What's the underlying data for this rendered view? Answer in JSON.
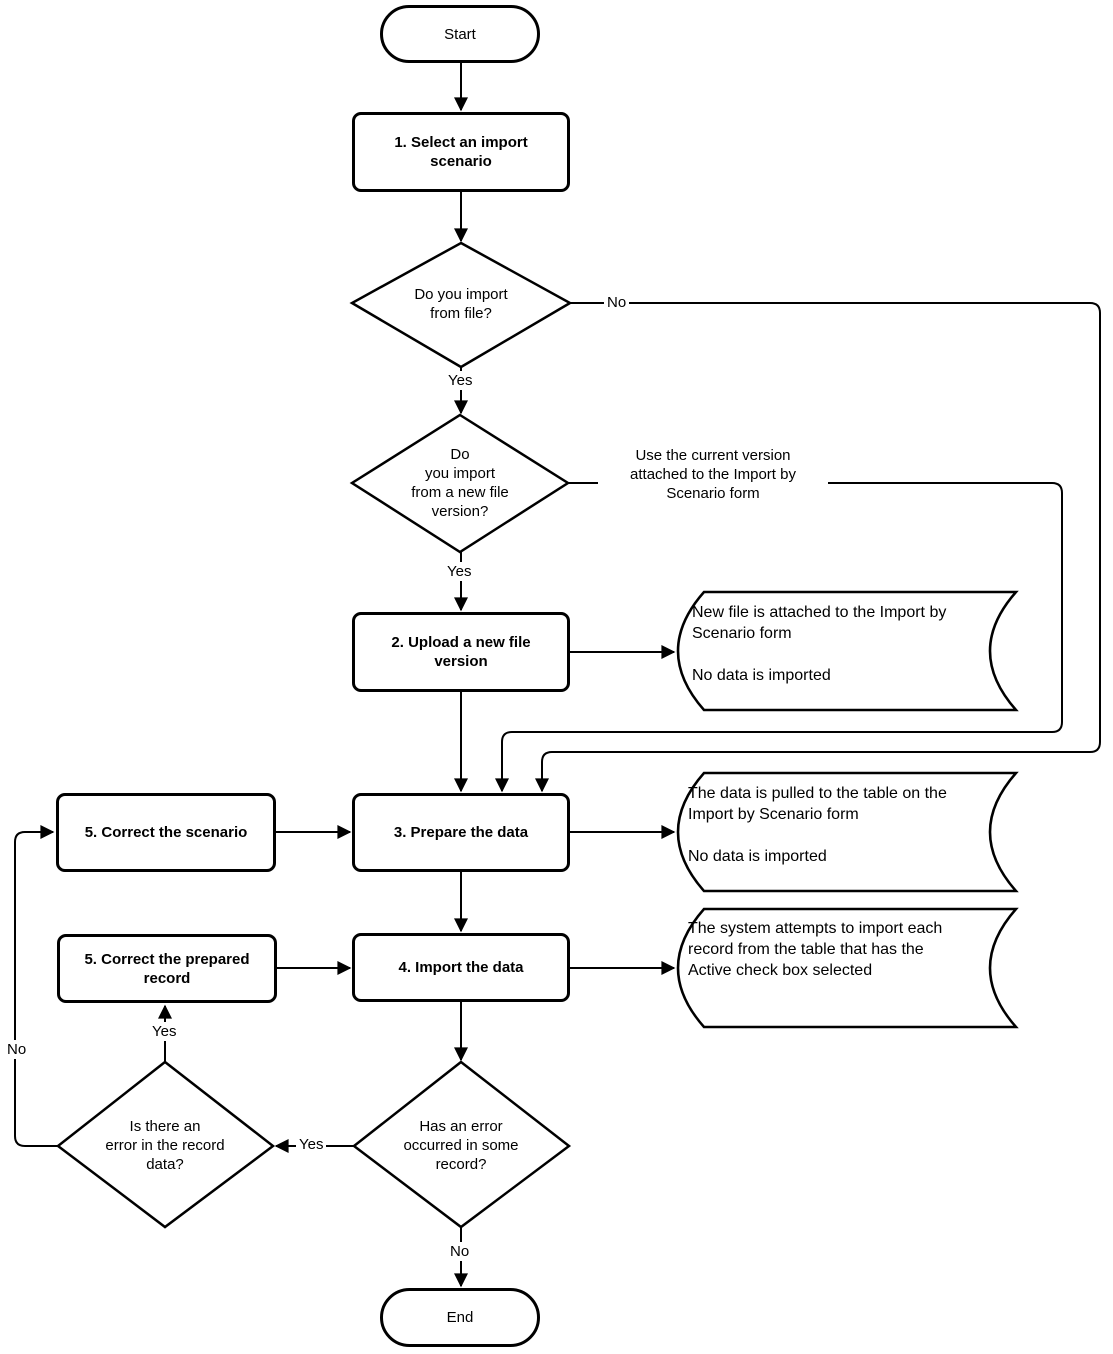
{
  "nodes": {
    "start": "Start",
    "end": "End",
    "step1": "1. Select an import scenario",
    "step2": "2. Upload a new file version",
    "step3": "3. Prepare the data",
    "step4": "4. Import the data",
    "step5_scenario": "5. Correct the scenario",
    "step5_record": "5. Correct the prepared record",
    "decision_file": "Do you import\nfrom file?",
    "decision_version": "Do\nyou import\nfrom a new file\nversion?",
    "decision_error": "Has an error\noccurred in some\nrecord?",
    "decision_record_error": "Is there an\nerror in the record\ndata?"
  },
  "annotations": {
    "upload_result": "New file is attached to the Import by\nScenario form\n\nNo data is imported",
    "prepare_result": "The data is pulled to the table on the\nImport by Scenario form\n\nNo data is imported",
    "import_result": "The system attempts to import each\nrecord from the table that has the\nActive check box selected"
  },
  "labels": {
    "yes1": "Yes",
    "no1": "No",
    "yes2": "Yes",
    "use_current": "Use the current version\nattached to the Import by\nScenario form",
    "yes3": "Yes",
    "no2": "No",
    "yes4": "Yes",
    "no3": "No"
  },
  "colors": {
    "stroke": "#000000",
    "fill": "#ffffff"
  }
}
